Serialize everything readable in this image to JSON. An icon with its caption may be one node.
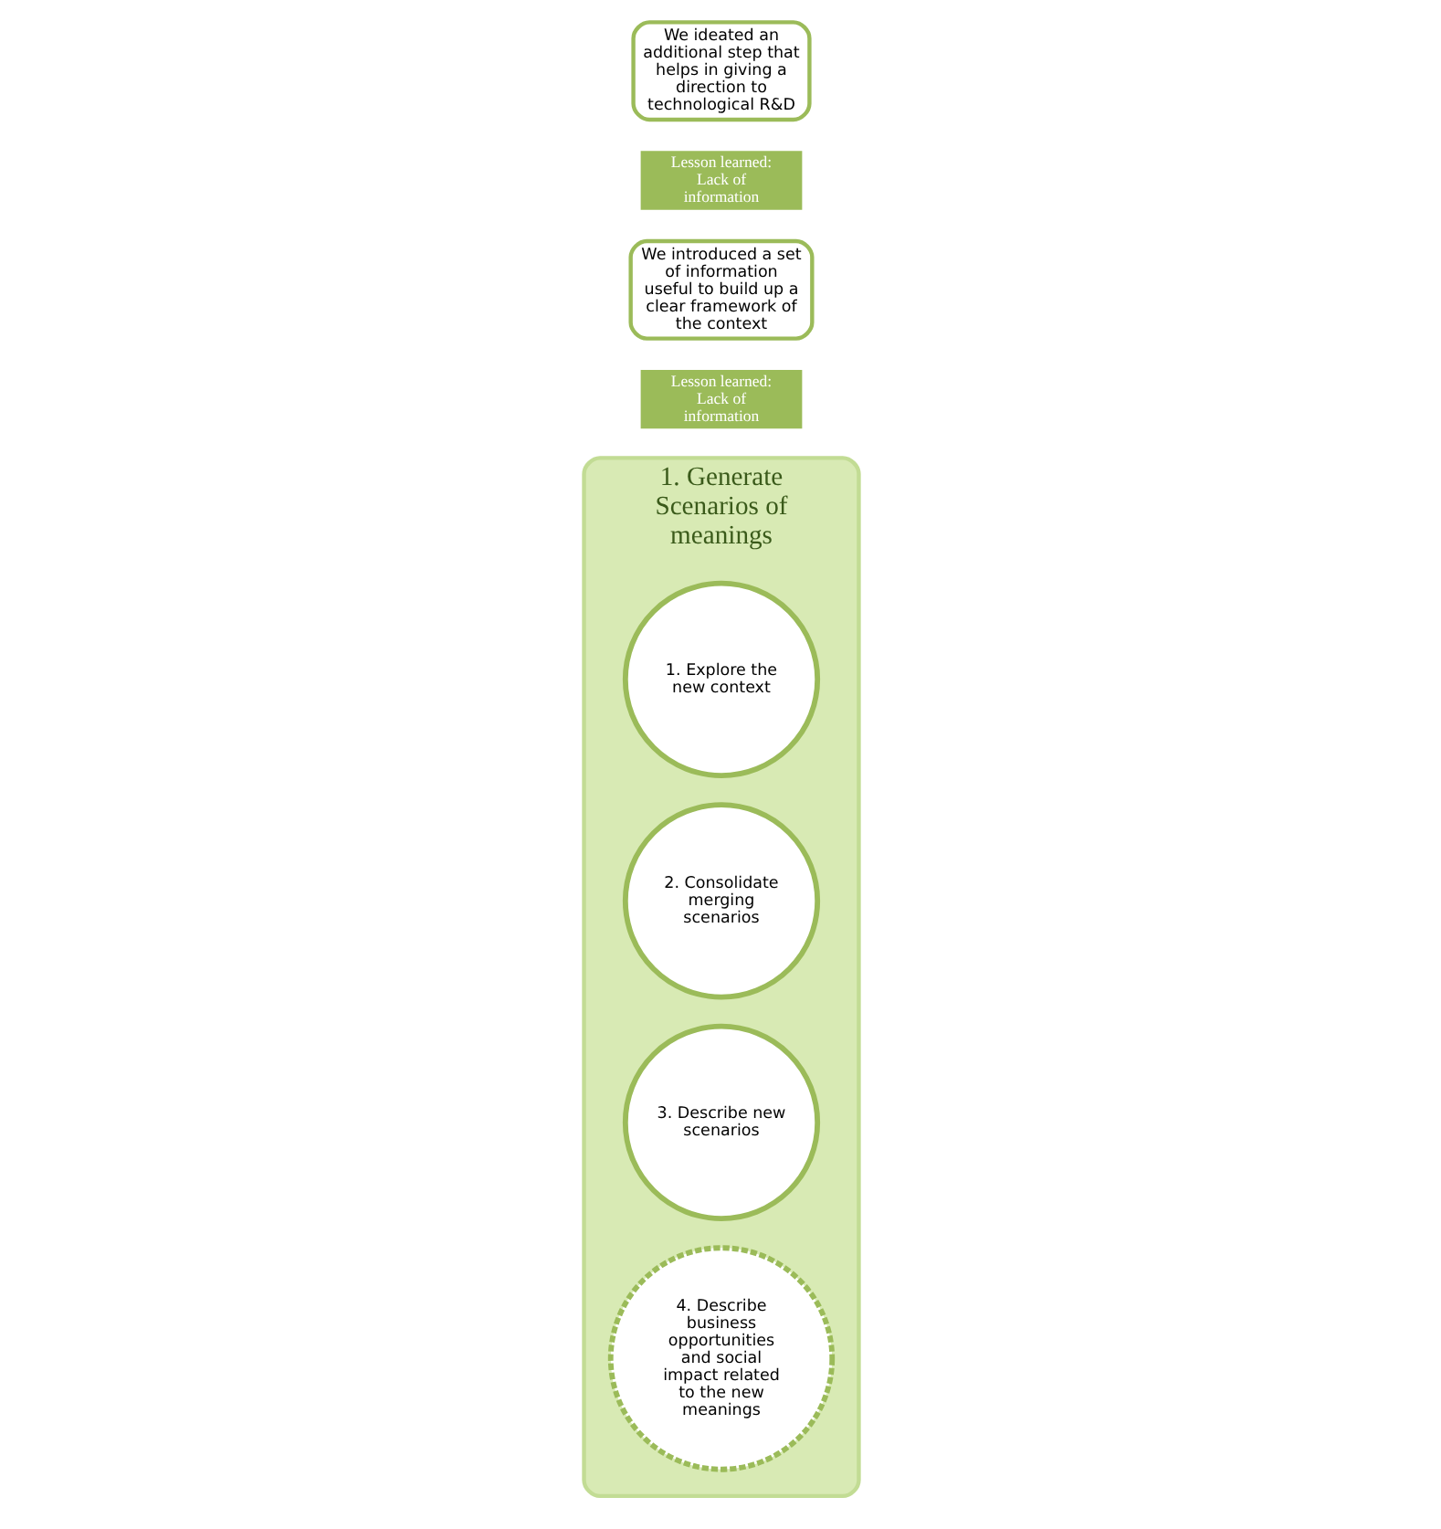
{
  "diagram": {
    "nodes": [
      {
        "text": [
          "1. Generate Scenarios of meanings"
        ]
      },
      {
        "text": [
          "1. Explore the new context"
        ],
        "in": 0
      },
      {
        "text": [
          "2. Consolidate merging scenarios"
        ],
        "in": 0
      },
      {
        "text": [
          "3. Describe new scenarios"
        ],
        "in": 0
      },
      {
        "text": [
          "4. Describe business opportunities and social impact related to the new meanings"
        ],
        "in": 0
      },
      {
        "text": [
          "Lesson learned: Lack of information"
        ]
      },
      {
        "text": [
          "We introduced a set of information useful to build up a clear framework of the context"
        ]
      },
      {
        "text": [
          "Lesson learned: Lack of information"
        ]
      },
      {
        "text": [
          "We ideated an additional step that helps in giving a direction to technological R&D"
        ]
      }
    ]
  }
}
